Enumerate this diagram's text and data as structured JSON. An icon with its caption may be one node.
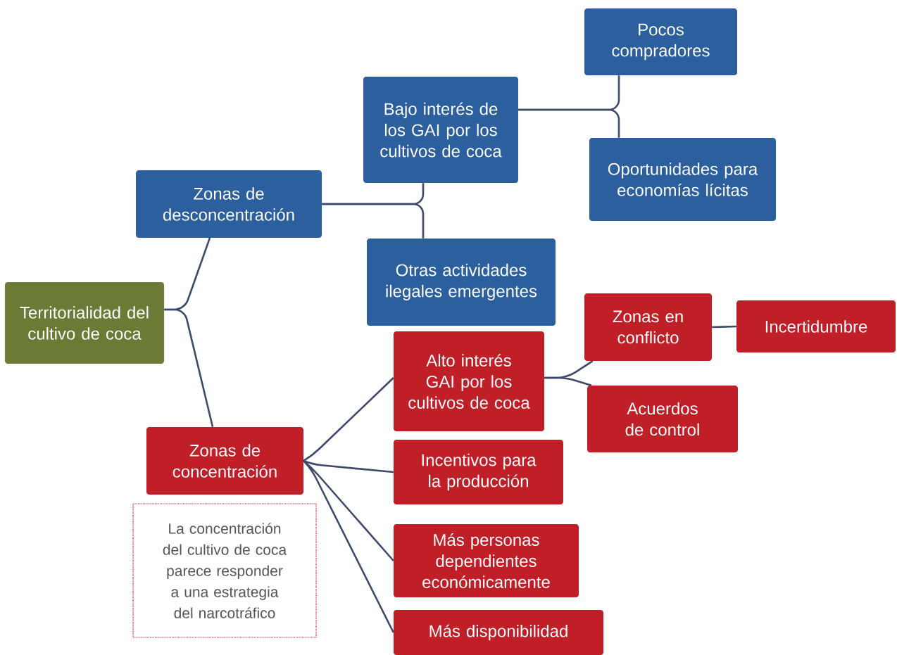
{
  "diagram": {
    "nodes": [
      {
        "text": [
          "Territorialidad del cultivo de coca"
        ]
      },
      {
        "text": [
          "Zonas de desconcentración"
        ]
      },
      {
        "text": [
          "Bajo interés de los GAI por los cultivos de coca"
        ]
      },
      {
        "text": [
          "Pocos compradores"
        ]
      },
      {
        "text": [
          "Oportunidades para economías lícitas"
        ]
      },
      {
        "text": [
          "Otras actividades ilegales emergentes"
        ]
      },
      {
        "text": [
          "Zonas de concentración"
        ]
      },
      {
        "text": [
          "Alto interés GAI por los cultivos de coca"
        ]
      },
      {
        "text": [
          "Zonas en conflicto"
        ]
      },
      {
        "text": [
          "Incertidumbre"
        ]
      },
      {
        "text": [
          "Acuerdos de control"
        ]
      },
      {
        "text": [
          "Incentivos para la producción"
        ]
      },
      {
        "text": [
          "Más personas dependientes económicamente"
        ]
      },
      {
        "text": [
          "Más disponibilidad"
        ]
      },
      {
        "text": [
          "La concentración del cultivo de coca parece responder a una estrategia del narcotráfico"
        ]
      }
    ],
    "edges": [
      {
        "from": 0,
        "to": 1,
        "arrow": "none"
      },
      {
        "from": 0,
        "to": 6,
        "arrow": "none"
      },
      {
        "from": 1,
        "to": 2,
        "arrow": "none"
      },
      {
        "from": 1,
        "to": 5,
        "arrow": "none"
      },
      {
        "from": 2,
        "to": 3,
        "arrow": "none"
      },
      {
        "from": 2,
        "to": 4,
        "arrow": "none"
      },
      {
        "from": 6,
        "to": 7,
        "arrow": "none"
      },
      {
        "from": 6,
        "to": 11,
        "arrow": "none"
      },
      {
        "from": 6,
        "to": 12,
        "arrow": "none"
      },
      {
        "from": 6,
        "to": 13,
        "arrow": "none"
      },
      {
        "from": 7,
        "to": 8,
        "arrow": "none"
      },
      {
        "from": 7,
        "to": 10,
        "arrow": "none"
      },
      {
        "from": 8,
        "to": 9,
        "arrow": "none"
      }
    ]
  }
}
